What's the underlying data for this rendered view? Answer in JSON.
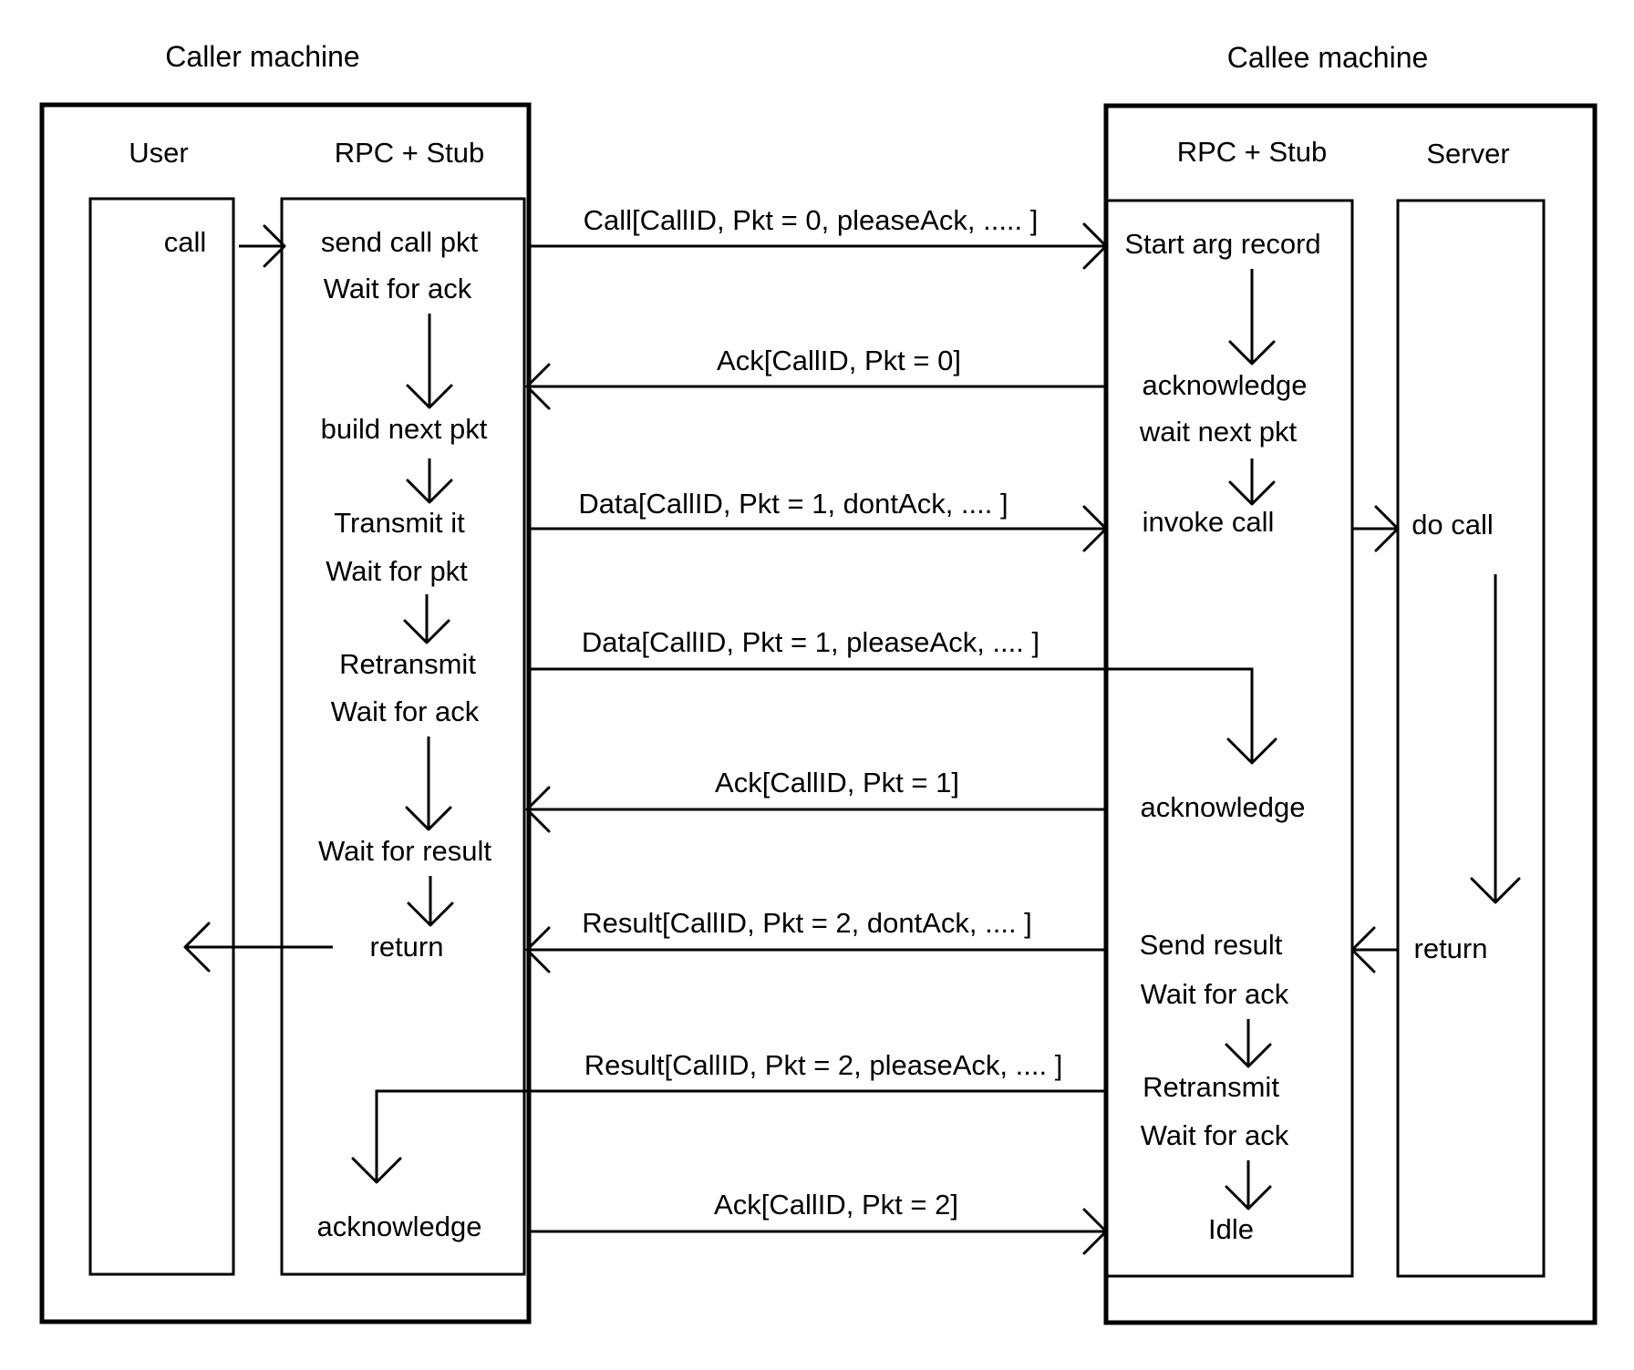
{
  "machines": {
    "caller": "Caller machine",
    "callee": "Callee machine"
  },
  "columns": {
    "user": "User",
    "caller_rpc": "RPC + Stub",
    "callee_rpc": "RPC + Stub",
    "server": "Server"
  },
  "user_steps": {
    "call": "call"
  },
  "caller_steps": {
    "send_call_pkt": "send call pkt",
    "wait_for_ack_1": "Wait for ack",
    "build_next_pkt": "build next pkt",
    "transmit_it": "Transmit it",
    "wait_for_pkt": "Wait for pkt",
    "retransmit": "Retransmit",
    "wait_for_ack_2": "Wait for ack",
    "wait_for_result": "Wait for result",
    "return": "return",
    "acknowledge": "acknowledge"
  },
  "callee_steps": {
    "start_arg_record": "Start arg record",
    "acknowledge_1": "acknowledge",
    "wait_next_pkt": "wait next pkt",
    "invoke_call": "invoke call",
    "acknowledge_2": "acknowledge",
    "send_result": "Send result",
    "wait_for_ack_1": "Wait for ack",
    "retransmit": "Retransmit",
    "wait_for_ack_2": "Wait for ack",
    "idle": "Idle"
  },
  "server_steps": {
    "do_call": "do call",
    "return": "return"
  },
  "messages": [
    "Call[CallID, Pkt = 0, pleaseAck, ..... ]",
    "Ack[CallID, Pkt = 0]",
    "Data[CallID, Pkt = 1, dontAck, .... ]",
    "Data[CallID, Pkt = 1, pleaseAck, .... ]",
    "Ack[CallID, Pkt = 1]",
    "Result[CallID, Pkt = 2, dontAck, .... ]",
    "Result[CallID, Pkt = 2, pleaseAck, .... ]",
    "Ack[CallID, Pkt = 2]"
  ]
}
